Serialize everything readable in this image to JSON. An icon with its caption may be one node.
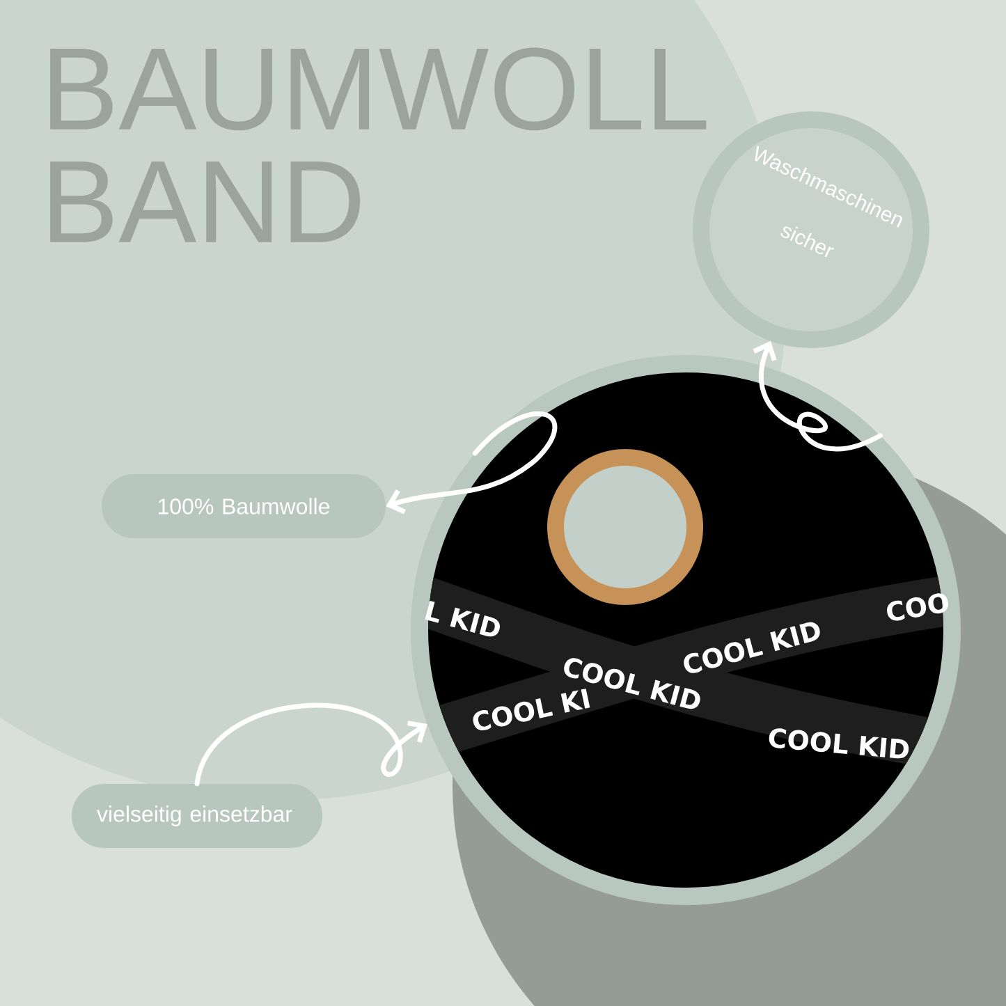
{
  "diagram": {
    "title": "BAUMWOLL BAND",
    "nodes": [
      {
        "text": [
          "100% Baumwolle"
        ]
      },
      {
        "text": [
          "vielseitig einsetzbar"
        ]
      },
      {
        "text": [
          "Waschmaschinen",
          "sicher"
        ]
      },
      {
        "text": [],
        "shape": "picture"
      }
    ],
    "edges": [
      {
        "from": 3,
        "to": 0,
        "arrow": "to"
      },
      {
        "from": 3,
        "to": 2,
        "arrow": "to"
      },
      {
        "from": 1,
        "to": 3,
        "arrow": "to"
      }
    ],
    "labels": [
      "COO",
      "L KID",
      "COOL KID",
      "COOL KID",
      "COOL KI",
      "COOL KID"
    ]
  }
}
